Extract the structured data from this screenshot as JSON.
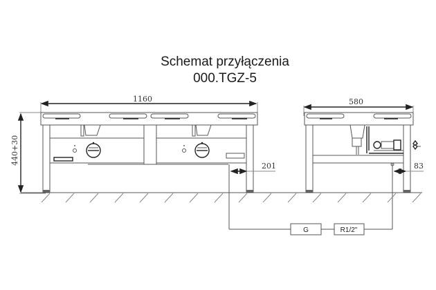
{
  "title": {
    "line1": "Schemat przyłączenia",
    "line2": "000.TGZ-5"
  },
  "front_view": {
    "width_dim": "1160",
    "height_dim": "440+30",
    "offset_dim": "201"
  },
  "side_view": {
    "width_dim": "580",
    "offset_dim": "83"
  },
  "connection": {
    "box1_label": "G",
    "box2_label": "R1/2\""
  },
  "colors": {
    "line": "#555555",
    "text": "#1a1a1a",
    "background": "#ffffff"
  }
}
